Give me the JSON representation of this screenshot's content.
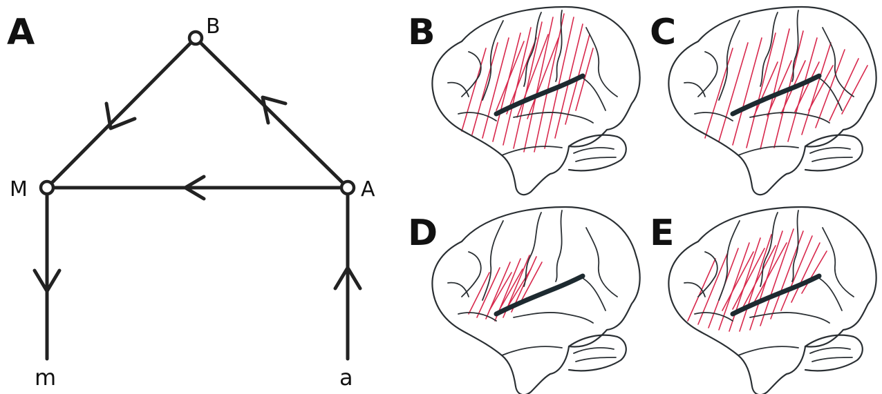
{
  "panel_labels": {
    "a": "A",
    "b": "B",
    "c": "C",
    "d": "D",
    "e": "E"
  },
  "diagram": {
    "nodes": {
      "B": "B",
      "M": "M",
      "A": "A"
    },
    "io": {
      "output": "m",
      "input": "a"
    }
  },
  "colors": {
    "line": "#222222",
    "lesion": "#d8294d",
    "outline": "#2a2f33"
  }
}
